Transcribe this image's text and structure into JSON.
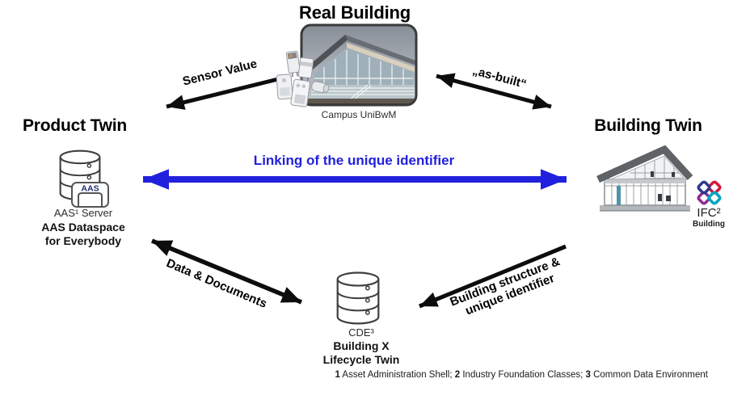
{
  "real_building": {
    "title": "Real Building",
    "caption": "Campus UniBwM"
  },
  "product_twin": {
    "title": "Product Twin",
    "tag": "AAS",
    "server_label": "AAS¹ Server",
    "dataspace_line1": "AAS Dataspace",
    "dataspace_line2": "for Everybody"
  },
  "building_twin": {
    "title": "Building Twin",
    "ifc_label": "IFC²",
    "ifc_sub": "Building"
  },
  "cde": {
    "label": "CDE³",
    "line1": "Building X",
    "line2": "Lifecycle Twin"
  },
  "arrows": {
    "sensor_value": "Sensor Value",
    "as_built": "„as-built“",
    "linking": "Linking of the unique identifier",
    "data_documents": "Data & Documents",
    "building_structure_line1": "Building structure &",
    "building_structure_line2": "unique identifier"
  },
  "footnote": {
    "parts": [
      {
        "text": "1",
        "bold": true
      },
      {
        "text": " Asset Administration Shell; ",
        "bold": false
      },
      {
        "text": "2",
        "bold": true
      },
      {
        "text": " Industry Foundation Classes; ",
        "bold": false
      },
      {
        "text": "3",
        "bold": true
      },
      {
        "text": " Common Data Environment",
        "bold": false
      }
    ]
  },
  "colors": {
    "accent_blue": "#2121dd",
    "arrow_black": "#0d0d0d",
    "icon_outline": "#3f3f3f",
    "aas_tag_text": "#1f2a6e",
    "ifc_blue": "#2b3a8f",
    "ifc_red": "#d6173c",
    "ifc_purple": "#8e2c8e",
    "ifc_teal": "#00a6c0"
  }
}
